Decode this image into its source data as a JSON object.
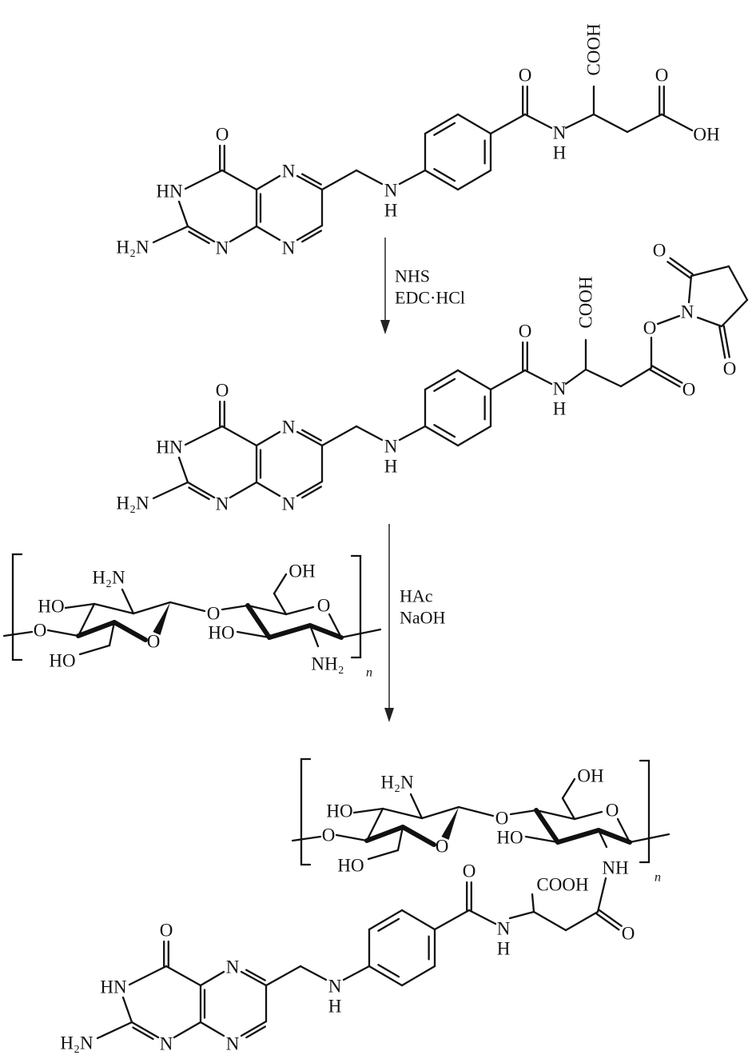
{
  "steps": [
    {
      "reagents": [
        "NHS",
        "EDC·HCl"
      ]
    },
    {
      "reagents": [
        "HAc",
        "NaOH"
      ]
    }
  ],
  "folic_acid": {
    "core": {
      "O": "O",
      "HN": "HN",
      "H2N": "H₂N",
      "N1": "N",
      "N5": "N",
      "N8": "N",
      "amine_N": "N",
      "amine_H": "H",
      "amide_O": "O",
      "amide_N": "N",
      "amide_H": "H"
    },
    "tail": {
      "COOH": "COOH",
      "acid_O": "O",
      "OH": "OH"
    }
  },
  "folate_nhs_ester": {
    "core": {
      "O": "O",
      "HN": "HN",
      "H2N": "H₂N",
      "N1": "N",
      "N5": "N",
      "N8": "N",
      "amine_N": "N",
      "amine_H": "H",
      "amide_O": "O",
      "amide_N": "N",
      "amide_H": "H"
    },
    "tail": {
      "COOH": "COOH",
      "ester_carbonyl_O": "O",
      "ester_O": "O",
      "succinimide_N": "N",
      "succinimide_O1": "O",
      "succinimide_O2": "O"
    }
  },
  "chitosan": {
    "HO_ring1": "HO",
    "H2N": "H₂N",
    "O_link": "O",
    "O_ring1": "O",
    "HO_ch2": "HO",
    "O_glyco": "O",
    "OH_ch2": "OH",
    "O_ring2": "O",
    "HO_ring2": "HO",
    "NH2": "NH₂",
    "n": "n"
  },
  "folate_chitosan": {
    "chitosan": {
      "HO_ring1": "HO",
      "H2N": "H₂N",
      "O_link": "O",
      "O_ring1": "O",
      "HO_ch2": "HO",
      "O_glyco": "O",
      "OH_ch2": "OH",
      "O_ring2": "O",
      "HO_ring2": "HO",
      "NH": "NH",
      "n": "n"
    },
    "core": {
      "O": "O",
      "HN": "HN",
      "H2N": "H₂N",
      "N1": "N",
      "N5": "N",
      "N8": "N",
      "amine_N": "N",
      "amine_H": "H",
      "amide_O": "O",
      "amide_N": "N",
      "amide_H": "H"
    },
    "tail": {
      "COOH": "COOH",
      "amide_O": "O"
    }
  }
}
